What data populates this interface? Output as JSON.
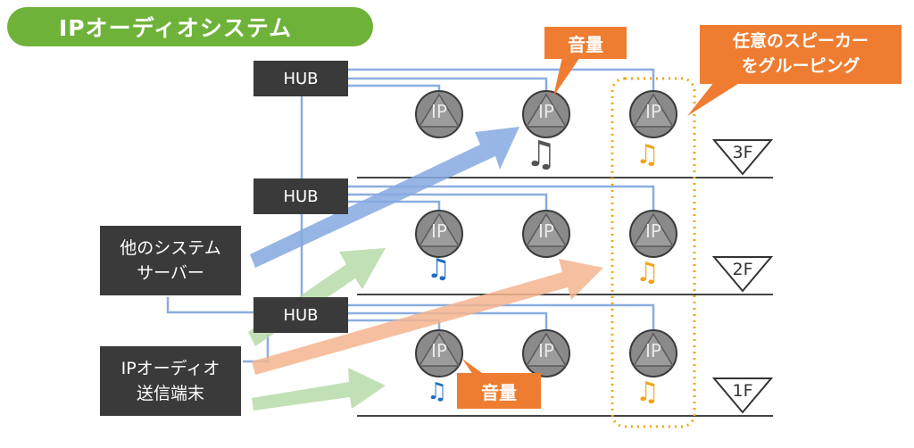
{
  "title": "IPオーディオシステム",
  "hubs": [
    "HUB",
    "HUB",
    "HUB"
  ],
  "sources": {
    "server_line1": "他のシステム",
    "server_line2": "サーバー",
    "terminal_line1": "IPオーディオ",
    "terminal_line2": "送信端末"
  },
  "callouts": {
    "volume_top": "音量",
    "volume_bottom": "音量",
    "grouping_line1": "任意のスピーカー",
    "grouping_line2": "をグルーピング"
  },
  "speaker_label": "IP",
  "floors": [
    "3F",
    "2F",
    "1F"
  ],
  "colors": {
    "title_green": "#6fb23a",
    "box_dark": "#3a3a3a",
    "callout_orange": "#ee7d31",
    "line_blue": "#8aaee0",
    "arrow_blue": "#86a9e0",
    "arrow_green": "#b8dba9",
    "arrow_orange": "#f5b590",
    "note_blue": "#1f6cc4",
    "note_orange": "#f2a516",
    "note_dark": "#555555"
  }
}
